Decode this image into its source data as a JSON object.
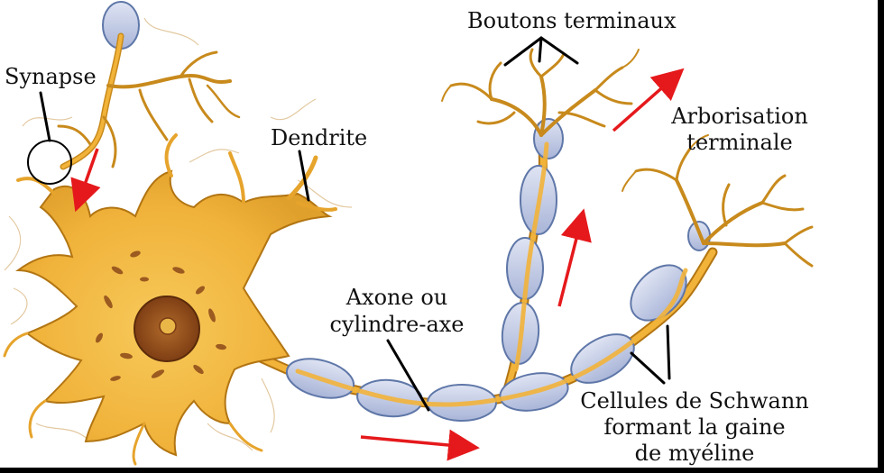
{
  "labels": {
    "synapse": "Synapse",
    "dendrite": "Dendrite",
    "boutons": "Boutons terminaux",
    "arborisation_1": "Arborisation",
    "arborisation_2": "terminale",
    "axone_1": "Axone ou",
    "axone_2": "cylindre-axe",
    "schwann_1": "Cellules de Schwann",
    "schwann_2": "formant la gaine",
    "schwann_3": "de myéline"
  },
  "colors": {
    "neuron": "#f2b33a",
    "neuron_outline": "#b27512",
    "nucleus": "#8a4a1a",
    "myelin": "#c5cde6",
    "myelin_outline": "#5f77a8",
    "arrow": "#e5191c"
  }
}
